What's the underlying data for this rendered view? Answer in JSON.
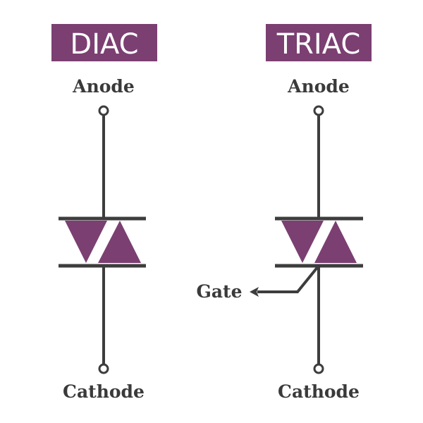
{
  "colors": {
    "accent": "#7b3f72",
    "line": "#3d3d3d"
  },
  "diac": {
    "title": "DIAC",
    "anode": "Anode",
    "cathode": "Cathode"
  },
  "triac": {
    "title": "TRIAC",
    "anode": "Anode",
    "cathode": "Cathode",
    "gate": "Gate"
  }
}
